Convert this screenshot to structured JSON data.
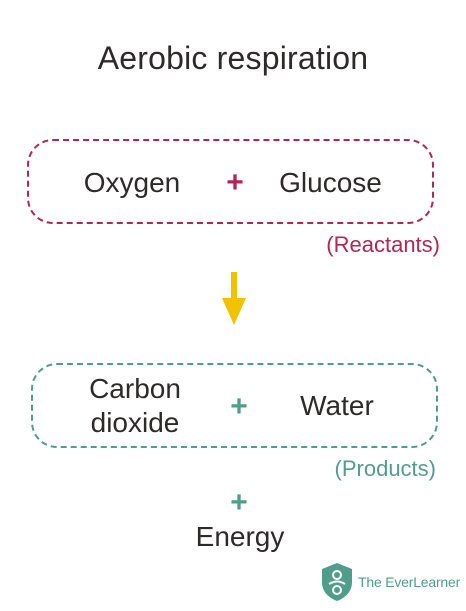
{
  "title": "Aerobic respiration",
  "reactants": {
    "items": [
      "Oxygen",
      "Glucose"
    ],
    "operator": "+",
    "label": "(Reactants)"
  },
  "products": {
    "item1_line1": "Carbon",
    "item1_line2": "dioxide",
    "item2": "Water",
    "operator": "+",
    "label": "(Products)"
  },
  "extra": {
    "operator": "+",
    "item": "Energy"
  },
  "logo": {
    "text": "The EverLearner",
    "icon": "shield-person-icon"
  },
  "colors": {
    "reactants": "#b3264f",
    "products": "#4f9e8c",
    "arrow": "#f2c200",
    "text": "#2e2a2a"
  }
}
